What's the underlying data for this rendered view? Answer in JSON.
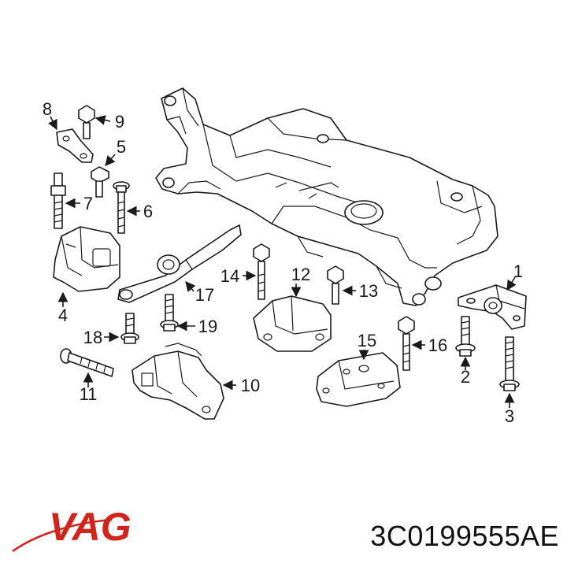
{
  "callouts": [
    "1",
    "2",
    "3",
    "4",
    "5",
    "6",
    "7",
    "8",
    "9",
    "10",
    "11",
    "12",
    "13",
    "14",
    "15",
    "16",
    "17",
    "18",
    "19"
  ],
  "brand": {
    "logo_text": "VAG",
    "color": "#d0251d"
  },
  "part_number": "3C0199555AE"
}
